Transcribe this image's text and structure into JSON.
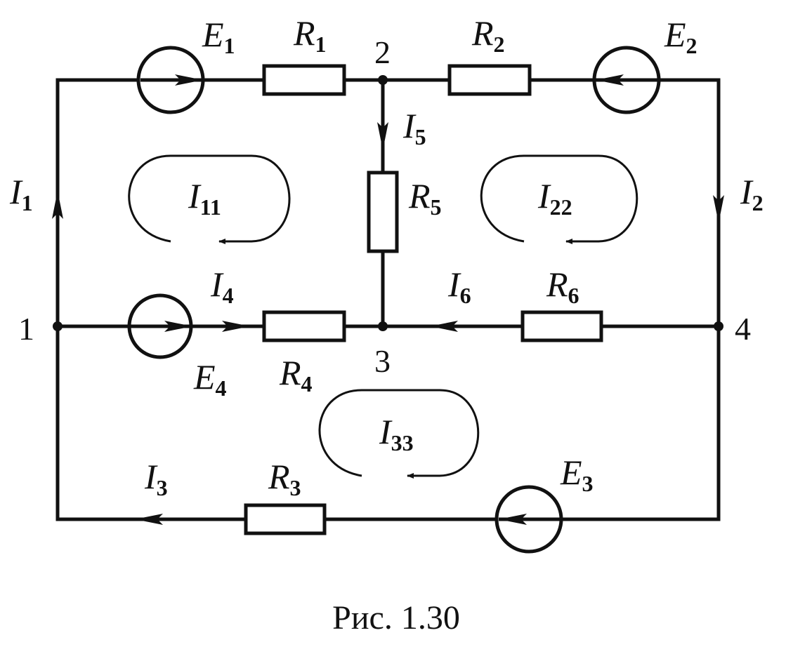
{
  "caption": "Рис. 1.30",
  "nodes": {
    "n1": "1",
    "n2": "2",
    "n3": "3",
    "n4": "4"
  },
  "labels": {
    "E1": {
      "main": "E",
      "sub": "1"
    },
    "E2": {
      "main": "E",
      "sub": "2"
    },
    "E3": {
      "main": "E",
      "sub": "3"
    },
    "E4": {
      "main": "E",
      "sub": "4"
    },
    "R1": {
      "main": "R",
      "sub": "1"
    },
    "R2": {
      "main": "R",
      "sub": "2"
    },
    "R3": {
      "main": "R",
      "sub": "3"
    },
    "R4": {
      "main": "R",
      "sub": "4"
    },
    "R5": {
      "main": "R",
      "sub": "5"
    },
    "R6": {
      "main": "R",
      "sub": "6"
    },
    "I1": {
      "main": "I",
      "sub": "1"
    },
    "I2": {
      "main": "I",
      "sub": "2"
    },
    "I3": {
      "main": "I",
      "sub": "3"
    },
    "I4": {
      "main": "I",
      "sub": "4"
    },
    "I5": {
      "main": "I",
      "sub": "5"
    },
    "I6": {
      "main": "I",
      "sub": "6"
    },
    "I11": {
      "main": "I",
      "sub": "11"
    },
    "I22": {
      "main": "I",
      "sub": "22"
    },
    "I33": {
      "main": "I",
      "sub": "33"
    }
  },
  "colors": {
    "ink": "#111111",
    "background": "#ffffff"
  }
}
